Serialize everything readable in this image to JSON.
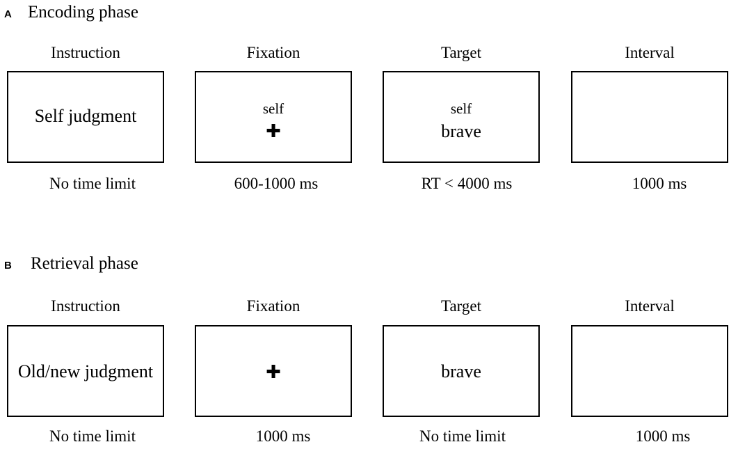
{
  "panels": [
    {
      "letter": "A",
      "title": "Encoding phase",
      "columns": [
        {
          "label": "Instruction",
          "screen_main": "Self judgment",
          "timing": "No time limit"
        },
        {
          "label": "Fixation",
          "screen_cue": "self",
          "timing": "600-1000 ms"
        },
        {
          "label": "Target",
          "screen_cue": "self",
          "screen_word": "brave",
          "timing": "RT < 4000 ms"
        },
        {
          "label": "Interval",
          "timing": "1000 ms"
        }
      ]
    },
    {
      "letter": "B",
      "title": "Retrieval phase",
      "columns": [
        {
          "label": "Instruction",
          "screen_main": "Old/new judgment",
          "timing": "No time limit"
        },
        {
          "label": "Fixation",
          "timing": "1000 ms"
        },
        {
          "label": "Target",
          "screen_word": "brave",
          "timing": "No time limit"
        },
        {
          "label": "Interval",
          "timing": "1000 ms"
        }
      ]
    }
  ],
  "icons": {
    "fixation_cross": "plus-icon"
  }
}
